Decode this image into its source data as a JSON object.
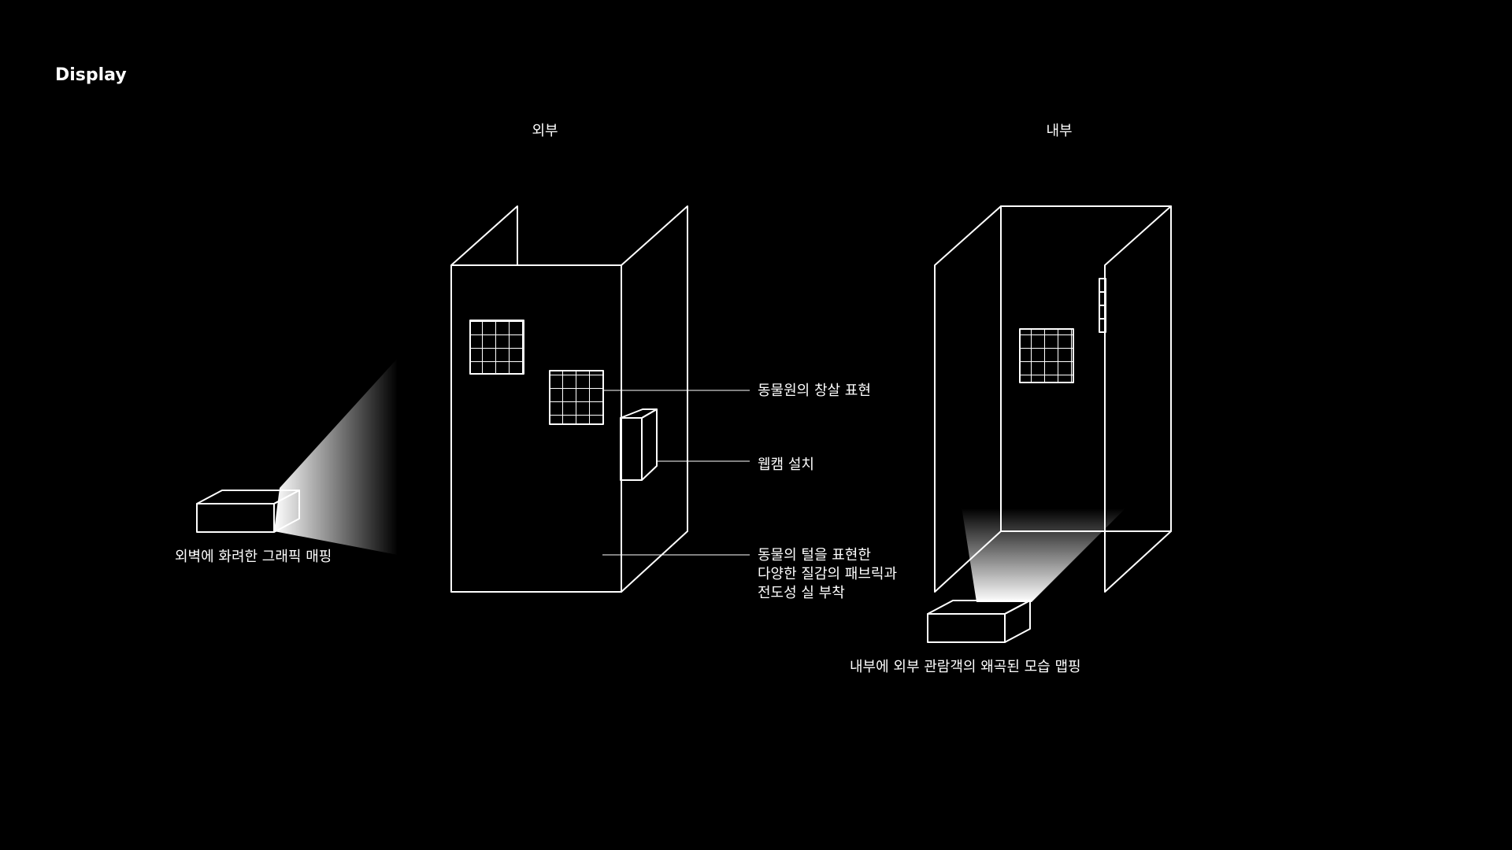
{
  "page": {
    "title": "Display"
  },
  "sections": {
    "exterior": "외부",
    "interior": "내부"
  },
  "annotations": {
    "window_bars": "동물원의 창살 표현",
    "webcam": "웹캠 설치",
    "fabric": [
      "동물의 털을 표현한",
      "다양한 질감의 패브릭과",
      "전도성 실 부착"
    ]
  },
  "projectors": {
    "exterior_caption": "외벽에 화려한 그래픽 매핑",
    "interior_caption": "내부에 외부 관람객의 왜곡된 모습 맵핑"
  },
  "colors": {
    "background": "#000000",
    "line": "#ffffff"
  }
}
